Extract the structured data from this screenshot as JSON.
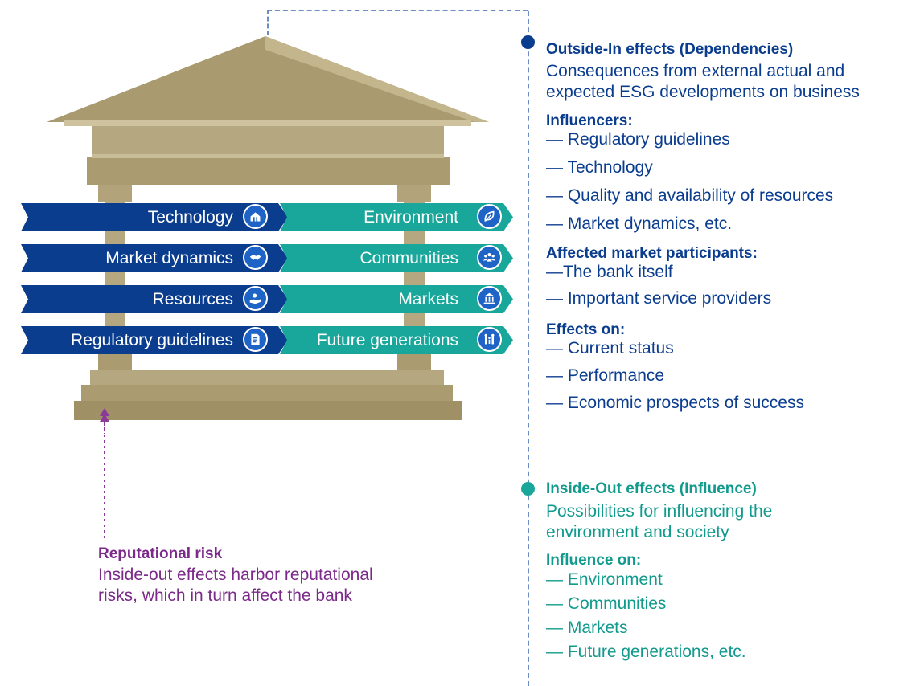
{
  "temple_bands": {
    "left": [
      {
        "label": "Technology",
        "icon": "technology-icon"
      },
      {
        "label": "Market dynamics",
        "icon": "handshake-icon"
      },
      {
        "label": "Resources",
        "icon": "resources-icon"
      },
      {
        "label": "Regulatory guidelines",
        "icon": "document-icon"
      }
    ],
    "right": [
      {
        "label": "Environment",
        "icon": "leaf-icon"
      },
      {
        "label": "Communities",
        "icon": "community-icon"
      },
      {
        "label": "Markets",
        "icon": "bank-icon"
      },
      {
        "label": "Future generations",
        "icon": "family-icon"
      }
    ]
  },
  "outside_in": {
    "title": "Outside-In effects (Dependencies)",
    "desc_1": "Consequences from external actual and",
    "desc_2": "expected ESG developments on business",
    "influencers_heading": "Influencers:",
    "influencers": [
      "— Regulatory guidelines",
      "— Technology",
      "— Quality and availability of resources",
      "— Market dynamics, etc."
    ],
    "participants_heading": "Affected market participants:",
    "participants": [
      "—The bank itself",
      "— Important service providers"
    ],
    "effects_heading": "Effects on:",
    "effects": [
      "— Current status",
      "— Performance",
      "— Economic prospects of success"
    ]
  },
  "inside_out": {
    "title": "Inside-Out effects (Influence)",
    "desc_1": "Possibilities for influencing the",
    "desc_2": "environment and society",
    "influence_heading": "Influence on:",
    "influence": [
      "— Environment",
      "— Communities",
      "— Markets",
      "— Future generations, etc."
    ]
  },
  "reputational": {
    "title": "Reputational risk",
    "desc_1": "Inside-out effects harbor reputational",
    "desc_2": "risks, which in turn affect the bank"
  },
  "colors": {
    "dark_blue": "#0b3d8f",
    "teal": "#18a79a",
    "purple": "#7b2a8a",
    "stone": "#b2a37b"
  }
}
